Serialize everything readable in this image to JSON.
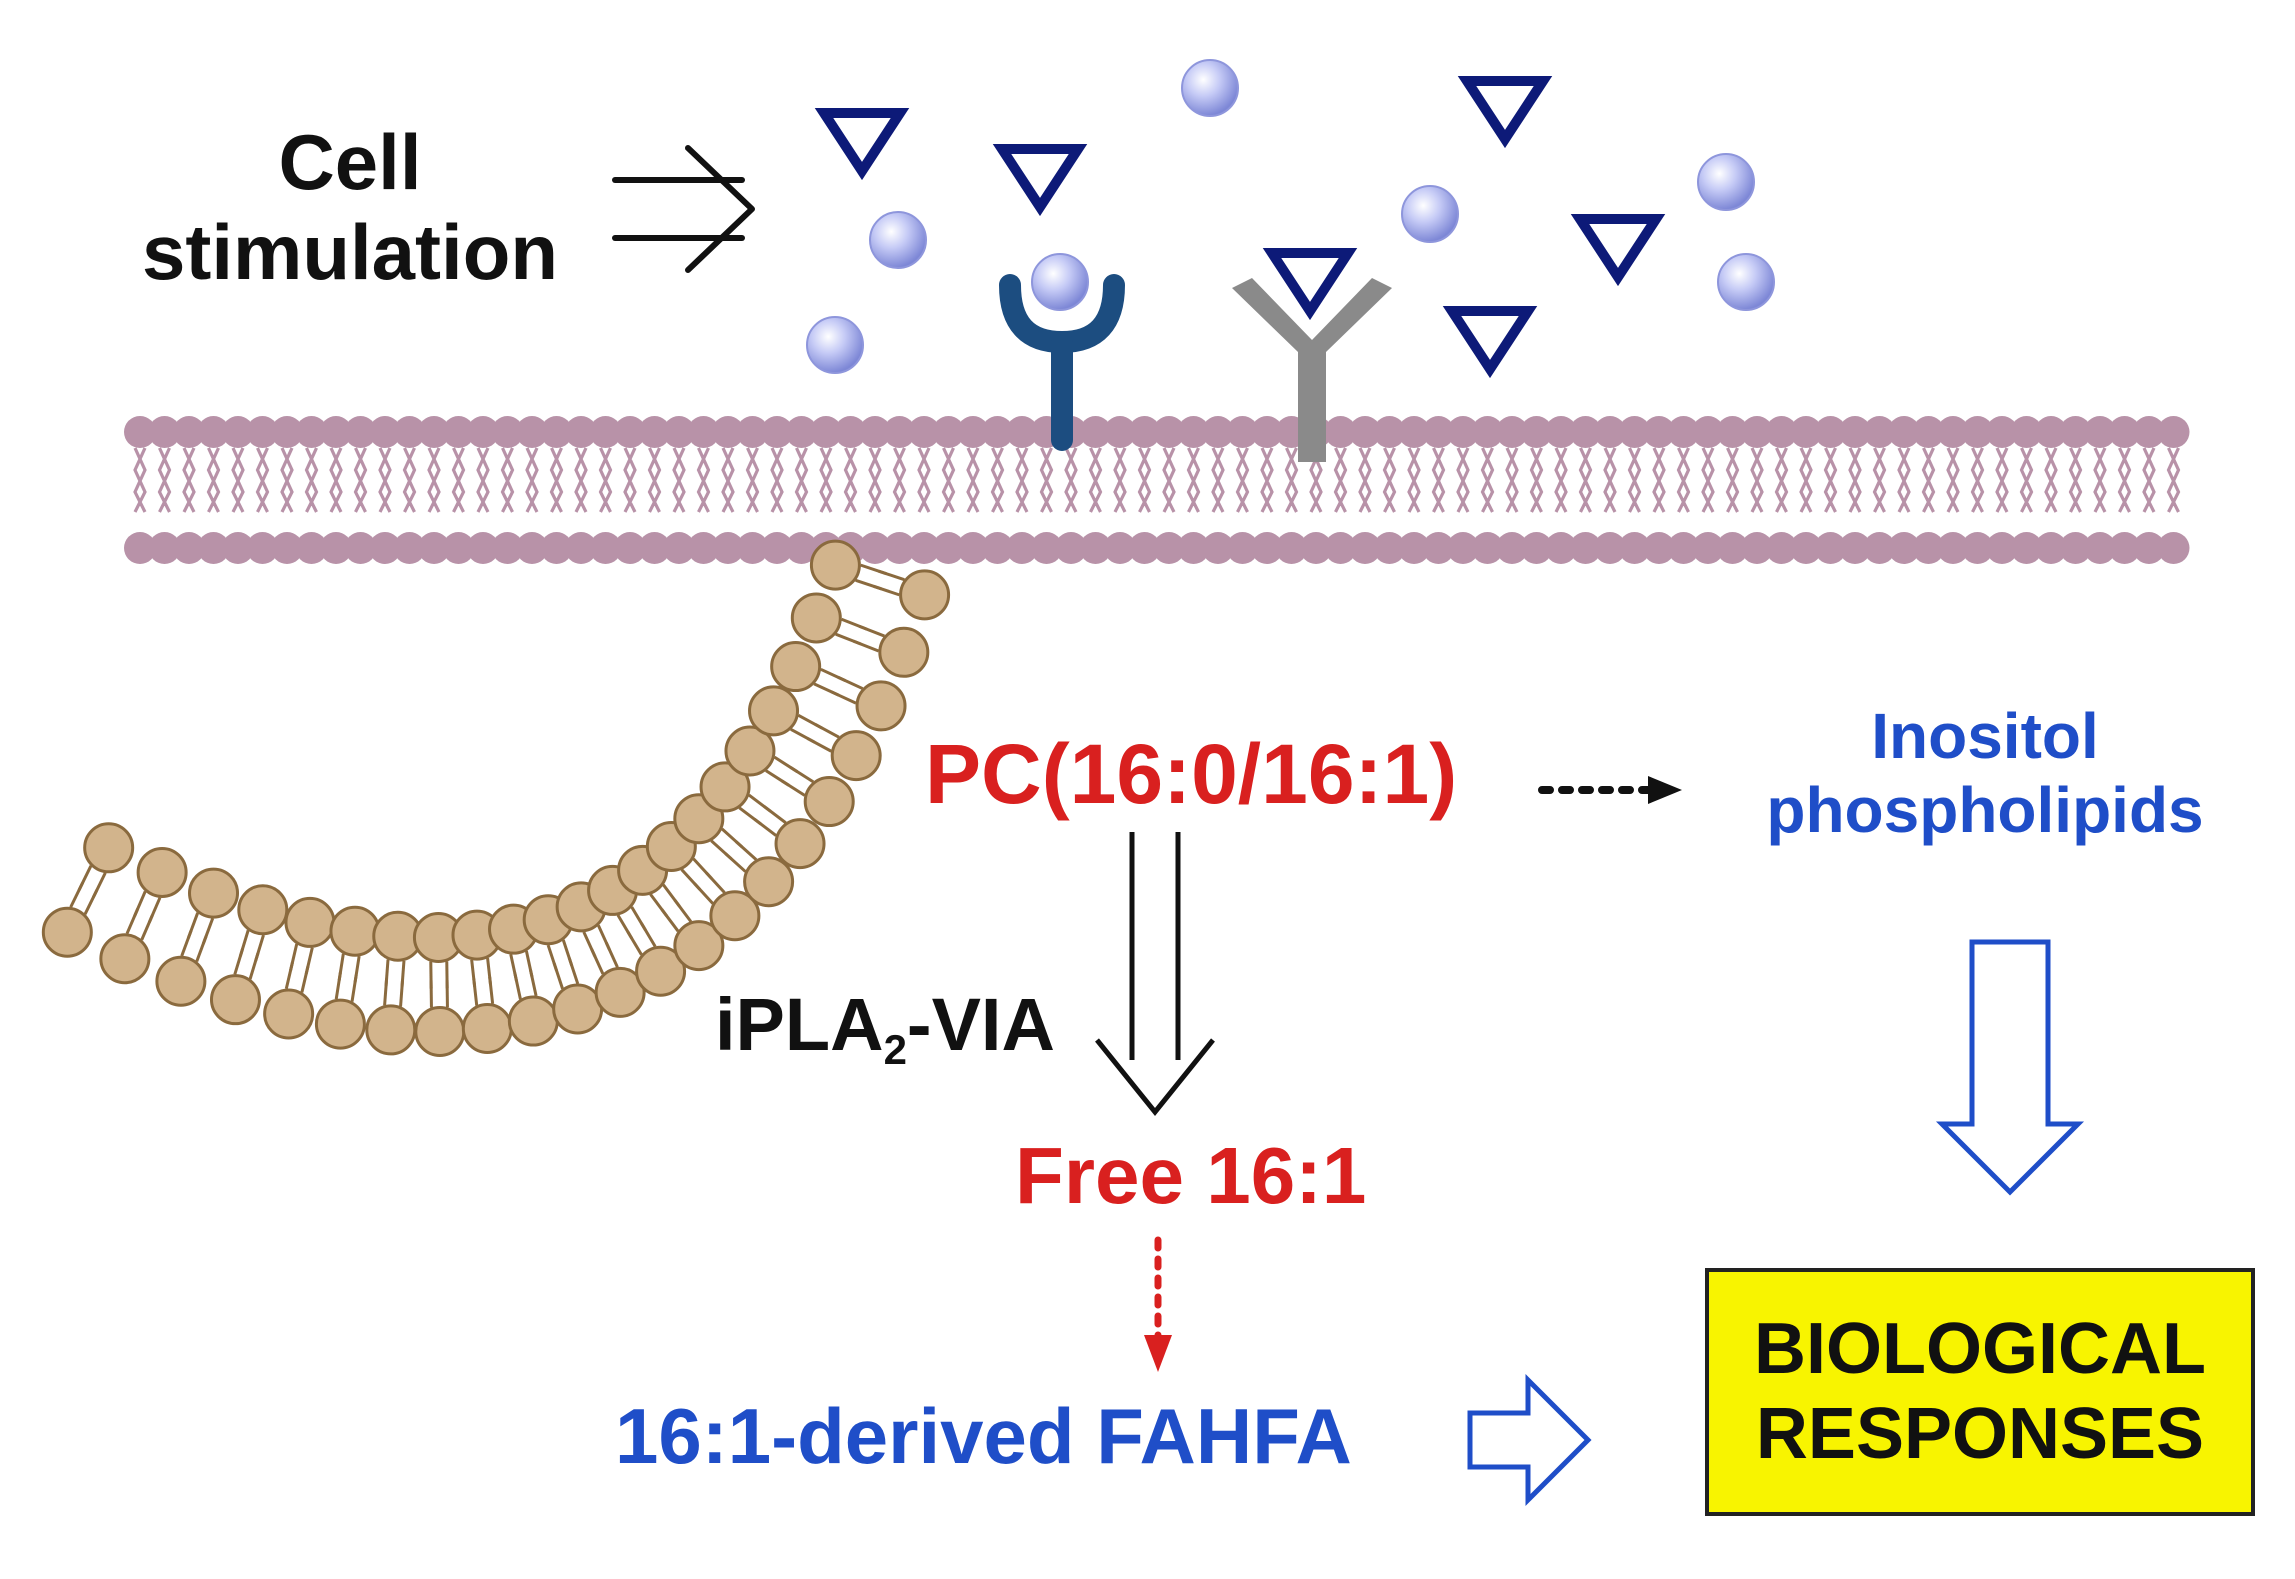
{
  "labels": {
    "cell_line1": "Cell",
    "cell_line2": "stimulation",
    "pc": "PC(16:0/16:1)",
    "inositol_line1": "Inositol",
    "inositol_line2": "phospholipids",
    "enzyme_main": "iPLA",
    "enzyme_sub": "2",
    "enzyme_suffix": "-VIA",
    "free": "Free 16:1",
    "fahfa": "16:1-derived FAHFA",
    "bio_line1": "BIOLOGICAL",
    "bio_line2": "RESPONSES"
  },
  "colors": {
    "membrane": "#b892a8",
    "liposome_head": "#d2b48c",
    "liposome_outline": "#8a6a3e",
    "ligand_triangle": "#0d1a78",
    "ligand_sphere": "#b8c0f4",
    "receptor_blue": "#1c4d80",
    "receptor_gray": "#8a8a8a",
    "red_text": "#d9201f",
    "blue_text": "#1f4ec8",
    "box_fill": "#f8f400"
  }
}
